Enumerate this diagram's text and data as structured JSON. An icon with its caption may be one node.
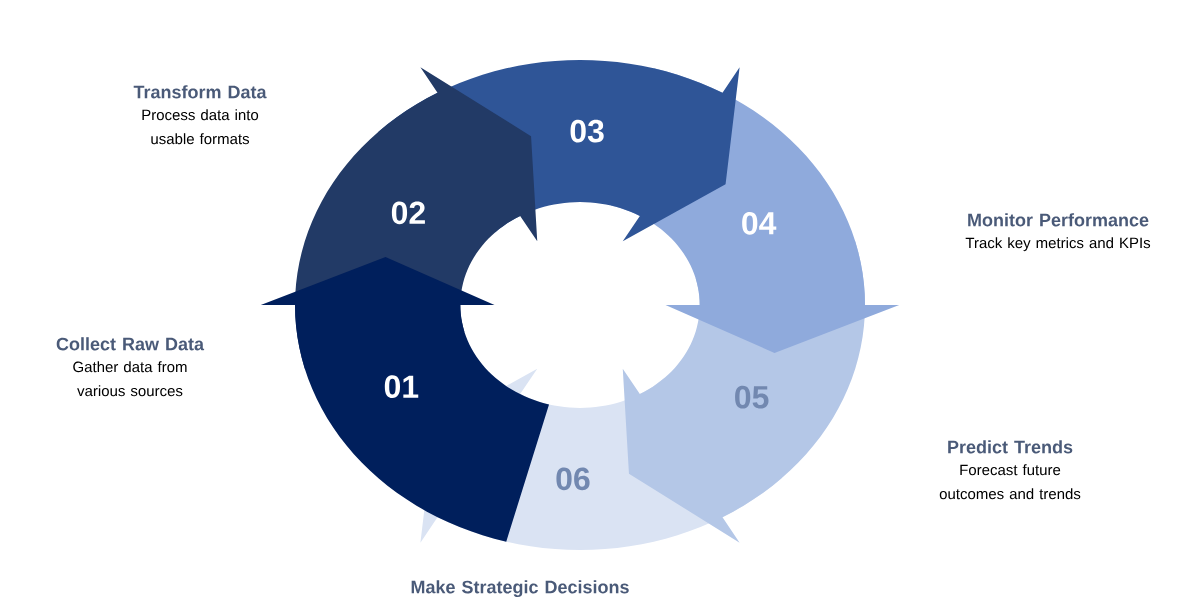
{
  "diagram": {
    "nodes": [
      {
        "text": [
          "01"
        ],
        "beside": [
          "Collect Raw Data",
          "Gather data from various sources"
        ]
      },
      {
        "text": [
          "02"
        ],
        "beside": [
          "Transform Data",
          "Process data into usable formats"
        ]
      },
      {
        "text": [
          "03"
        ]
      },
      {
        "text": [
          "04"
        ],
        "beside": [
          "Monitor Performance",
          "Track key metrics and KPIs"
        ]
      },
      {
        "text": [
          "05"
        ],
        "beside": [
          "Predict Trends",
          "Forecast future outcomes and trends"
        ]
      },
      {
        "text": [
          "06"
        ],
        "beside": [
          "Make Strategic Decisions"
        ]
      }
    ]
  }
}
